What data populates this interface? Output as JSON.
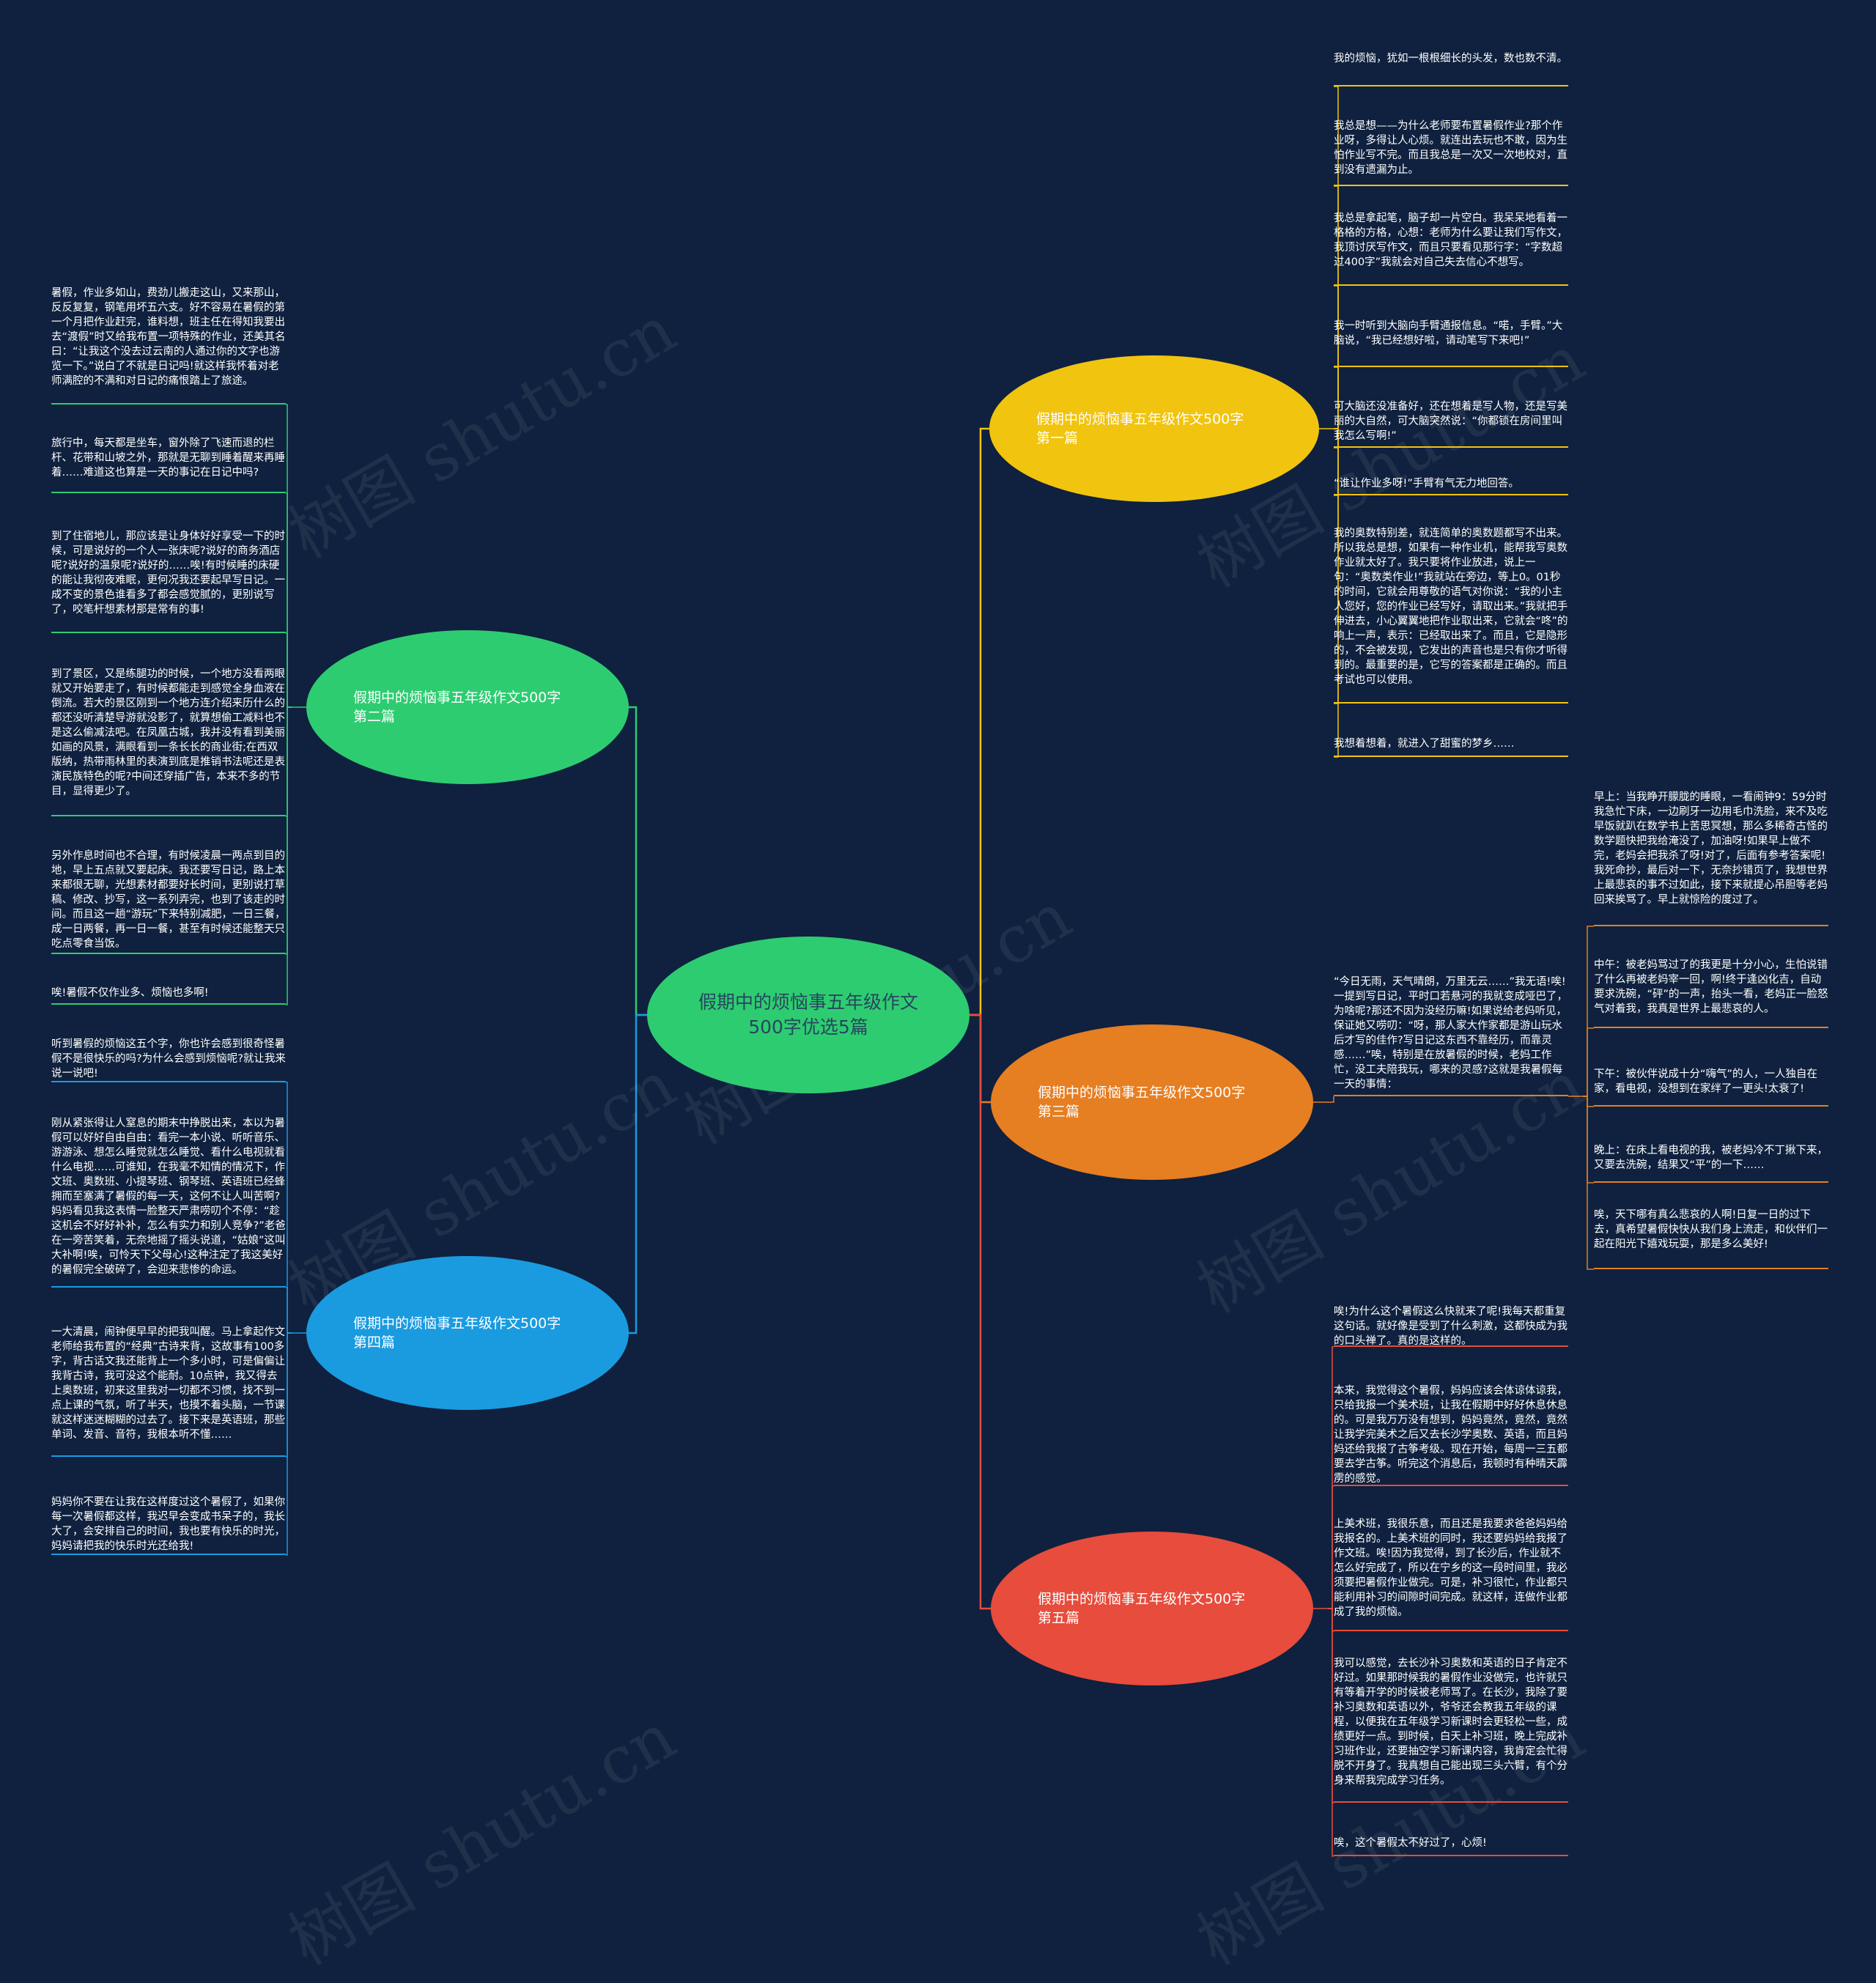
{
  "central": {
    "text": "假期中的烦恼事五年级作文500字优选5篇",
    "color": "#2ecc71"
  },
  "branches": [
    {
      "id": "b1",
      "label": "假期中的烦恼事五年级作文500字第一篇",
      "color": "#f1c40f",
      "leaves": [
        "我的烦恼，犹如一根根细长的头发，数也数不清。",
        "我总是想——为什么老师要布置暑假作业?那个作业呀，多得让人心烦。就连出去玩也不敢，因为生怕作业写不完。而且我总是一次又一次地校对，直到没有遗漏为止。",
        "我总是拿起笔，脑子却一片空白。我呆呆地看着一格格的方格，心想：老师为什么要让我们写作文，我顶讨厌写作文，而且只要看见那行字：“字数超过400字”我就会对自己失去信心不想写。",
        "我一时听到大脑向手臂通报信息。“喏，手臂。”大脑说，“我已经想好啦，请动笔写下来吧!”",
        "可大脑还没准备好，还在想着是写人物，还是写美丽的大自然，可大脑突然说：“你都锁在房间里叫我怎么写啊!”",
        "“谁让作业多呀!”手臂有气无力地回答。",
        "我的奥数特别差，就连简单的奥数题都写不出来。所以我总是想，如果有一种作业机，能帮我写奥数作业就太好了。我只要将作业放进，说上一句：“奥数类作业!”我就站在旁边，等上0。01秒的时间，它就会用尊敬的语气对你说：“我的小主人您好，您的作业已经写好，请取出来。”我就把手伸进去，小心翼翼地把作业取出来，它就会“咚”的响上一声，表示：已经取出来了。而且，它是隐形的，不会被发现，它发出的声音也是只有你才听得到的。最重要的是，它写的答案都是正确的。而且考试也可以使用。",
        "我想着想着，就进入了甜蜜的梦乡……"
      ]
    },
    {
      "id": "b2",
      "label": "假期中的烦恼事五年级作文500字第二篇",
      "color": "#2ecc71",
      "leaves": [
        "暑假，作业多如山，费劲儿搬走这山，又来那山，反反复复，钢笔用坏五六支。好不容易在暑假的第一个月把作业赶完，谁料想，班主任在得知我要出去“渡假”时又给我布置一项特殊的作业，还美其名曰：“让我这个没去过云南的人通过你的文字也游览一下。”说白了不就是日记吗!就这样我怀着对老师满腔的不满和对日记的痛恨踏上了旅途。",
        "旅行中，每天都是坐车，窗外除了飞速而退的栏杆、花带和山坡之外，那就是无聊到睡着醒来再睡着……难道这也算是一天的事记在日记中吗?",
        "到了住宿地儿，那应该是让身体好好享受一下的时候，可是说好的一个人一张床呢?说好的商务酒店呢?说好的温泉呢?说好的……唉!有时候睡的床硬的能让我彻夜难眠，更何况我还要起早写日记。一成不变的景色谁看多了都会感觉腻的，更别说写了，咬笔杆想素材那是常有的事!",
        "到了景区，又是练腿功的时候，一个地方没看两眼就又开始要走了，有时候都能走到感觉全身血液在倒流。若大的景区刚到一个地方连介绍来历什么的都还没听清楚导游就没影了，就算想偷工减料也不是这么偷减法吧。在凤凰古城，我并没有看到美丽如画的风景，满眼看到一条长长的商业街;在西双版纳，热带雨林里的表演到底是推销书法呢还是表演民族特色的呢?中间还穿插广告，本来不多的节目，显得更少了。",
        "另外作息时间也不合理，有时候凌晨一两点到目的地，早上五点就又要起床。我还要写日记，路上本来都很无聊，光想素材都要好长时间，更别说打草稿、修改、抄写，这一系列弄完，也到了该走的时间。而且这一趟“游玩”下来特别减肥，一日三餐，成一日两餐，再一日一餐，甚至有时候还能整天只吃点零食当饭。",
        "唉!暑假不仅作业多、烦恼也多啊!"
      ]
    },
    {
      "id": "b3",
      "label": "假期中的烦恼事五年级作文500字第三篇",
      "color": "#e67e22",
      "intro": "“今日无雨，天气晴朗，万里无云……”我无语!唉!一提到写日记，平时口若悬河的我就变成哑巴了，为啥呢?那还不因为没经历嘛!如果说给老妈听见，保证她又唠叨：“呀，那人家大作家都是游山玩水后才写的佳作?写日记这东西不靠经历，而靠灵感……”唉，特别是在放暑假的时候，老妈工作忙，没工夫陪我玩，哪来的灵感?这就是我暑假每一天的事情：",
      "leaves": [
        "早上：当我睁开朦胧的睡眼，一看闹钟9：59分时我急忙下床，一边刷牙一边用毛巾洗脸，来不及吃早饭就趴在数学书上苦思冥想，那么多稀奇古怪的数学题快把我给淹没了，加油呀!如果早上做不完，老妈会把我杀了呀!对了，后面有参考答案呢!我死命抄，最后对一下，无奈抄错页了，我想世界上最悲哀的事不过如此，接下来就提心吊胆等老妈回来挨骂了。早上就惊险的度过了。",
        "中午：被老妈骂过了的我更是十分小心，生怕说错了什么再被老妈宰一回，啊!终于逢凶化吉，自动要求洗碗，“砰”的一声，抬头一看，老妈正一脸怒气对着我，我真是世界上最悲哀的人。",
        "下午：被伙伴说成十分“嗨气”的人，一人独自在家，看电视，没想到在家绊了一更头!太衰了!",
        "晚上：在床上看电视的我，被老妈冷不丁揪下来，又要去洗碗，结果又“平”的一下……",
        "唉，天下哪有真么悲哀的人啊!日复一日的过下去，真希望暑假快快从我们身上流走，和伙伴们一起在阳光下嬉戏玩耍，那是多么美好!"
      ]
    },
    {
      "id": "b4",
      "label": "假期中的烦恼事五年级作文500字第四篇",
      "color": "#1a9be0",
      "leaves": [
        "听到暑假的烦恼这五个字，你也许会感到很奇怪暑假不是很快乐的吗?为什么会感到烦恼呢?就让我来说一说吧!",
        "刚从紧张得让人窒息的期末中挣脱出来，本以为暑假可以好好自由自由：看完一本小说、听听音乐、游游泳、想怎么睡觉就怎么睡觉、看什么电视就看什么电视……可谁知，在我毫不知情的情况下，作文班、奥数班、小提琴班、钢琴班、英语班已经蜂拥而至塞满了暑假的每一天，这何不让人叫苦啊?妈妈看见我这表情一脸整天严肃唠叨个不停：“趁这机会不好好补补，怎么有实力和别人竞争?”老爸在一旁苦笑着，无奈地摇了摇头说道，“姑娘”这叫大补啊!唉，可怜天下父母心!这种注定了我这美好的暑假完全破碎了，会迎来悲惨的命运。",
        "一大清晨，闹钟便早早的把我叫醒。马上拿起作文老师给我布置的“经典”古诗来背，这故事有100多字，背古话文我还能背上一个多小时，可是偏偏让我背古诗，我可没这个能耐。10点钟，我又得去上奥数班，初来这里我对一切都不习惯，找不到一点上课的气氛，听了半天，也摸不着头脑，一节课就这样迷迷糊糊的过去了。接下来是英语班，那些单词、发音、音符，我根本听不懂……",
        "妈妈你不要在让我在这样度过这个暑假了，如果你每一次暑假都这样，我迟早会变成书呆子的，我长大了，会安排自己的时间，我也要有快乐的时光，妈妈请把我的快乐时光还给我!"
      ]
    },
    {
      "id": "b5",
      "label": "假期中的烦恼事五年级作文500字第五篇",
      "color": "#e74c3c",
      "leaves": [
        "唉!为什么这个暑假这么快就来了呢!我每天都重复这句话。就好像是受到了什么刺激，这都快成为我的口头禅了。真的是这样的。",
        "本来，我觉得这个暑假，妈妈应该会体谅体谅我，只给我报一个美术班，让我在假期中好好休息休息的。可是我万万没有想到，妈妈竟然，竟然，竟然让我学完美术之后又去长沙学奥数、英语，而且妈妈还给我报了古筝考级。现在开始，每周一三五都要去学古筝。听完这个消息后，我顿时有种晴天霹雳的感觉。",
        "上美术班，我很乐意，而且还是我要求爸爸妈妈给我报名的。上美术班的同时，我还要妈妈给我报了作文班。唉!因为我觉得，到了长沙后，作业就不怎么好完成了，所以在宁乡的这一段时间里，我必须要把暑假作业做完。可是，补习很忙，作业都只能利用补习的间隙时间完成。就这样，连做作业都成了我的烦恼。",
        "我可以感觉，去长沙补习奥数和英语的日子肯定不好过。如果那时候我的暑假作业没做完，也许就只有等着开学的时候被老师骂了。在长沙，我除了要补习奥数和英语以外，爷爷还会教我五年级的课程，以便我在五年级学习新课时会更轻松一些，成绩更好一点。到时候，白天上补习班，晚上完成补习班作业，还要抽空学习新课内容，我肯定会忙得脱不开身了。我真想自己能出现三头六臂，有个分身来帮我完成学习任务。",
        "唉，这个暑假太不好过了，心烦!"
      ]
    }
  ],
  "watermark": "树图 shutu.cn"
}
